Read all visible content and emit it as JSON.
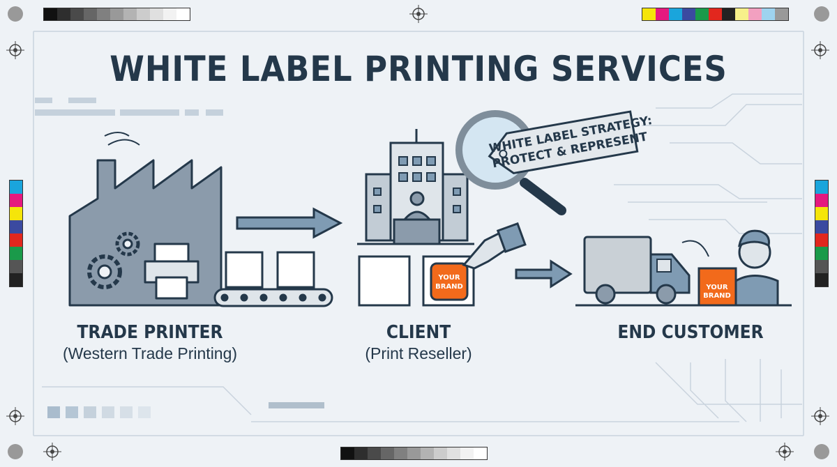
{
  "title": "WHITE LABEL PRINTING SERVICES",
  "stages": [
    {
      "label": "TRADE PRINTER",
      "sublabel": "(Western Trade Printing)"
    },
    {
      "label": "CLIENT",
      "sublabel": "(Print Reseller)"
    },
    {
      "label": "END CUSTOMER"
    }
  ],
  "tag": {
    "line1": "WHITE LABEL STRATEGY:",
    "line2": "PROTECT & REPRESENT"
  },
  "brand_sticker": {
    "line1": "YOUR",
    "line2": "BRAND"
  },
  "colors": {
    "ink": "#24384a",
    "accent": "#f26a1b",
    "steel": "#7f9bb3",
    "background": "#eef2f6",
    "grayscale_bar": [
      "#111111",
      "#2e2e2e",
      "#4a4a4a",
      "#666666",
      "#808080",
      "#999999",
      "#b3b3b3",
      "#cccccc",
      "#e0e0e0",
      "#f2f2f2",
      "#ffffff"
    ],
    "color_bar": [
      "#f5e50a",
      "#e5197f",
      "#1aa5dc",
      "#3b4aa0",
      "#1a9a4a",
      "#e2271e",
      "#222222",
      "#f7f08a",
      "#f2a0c0",
      "#9ed3ef",
      "#999999"
    ],
    "side_bar": [
      "#1aa5dc",
      "#e5197f",
      "#f5e50a",
      "#3b4aa0",
      "#e2271e",
      "#1a9a4a",
      "#555555",
      "#222222"
    ]
  }
}
